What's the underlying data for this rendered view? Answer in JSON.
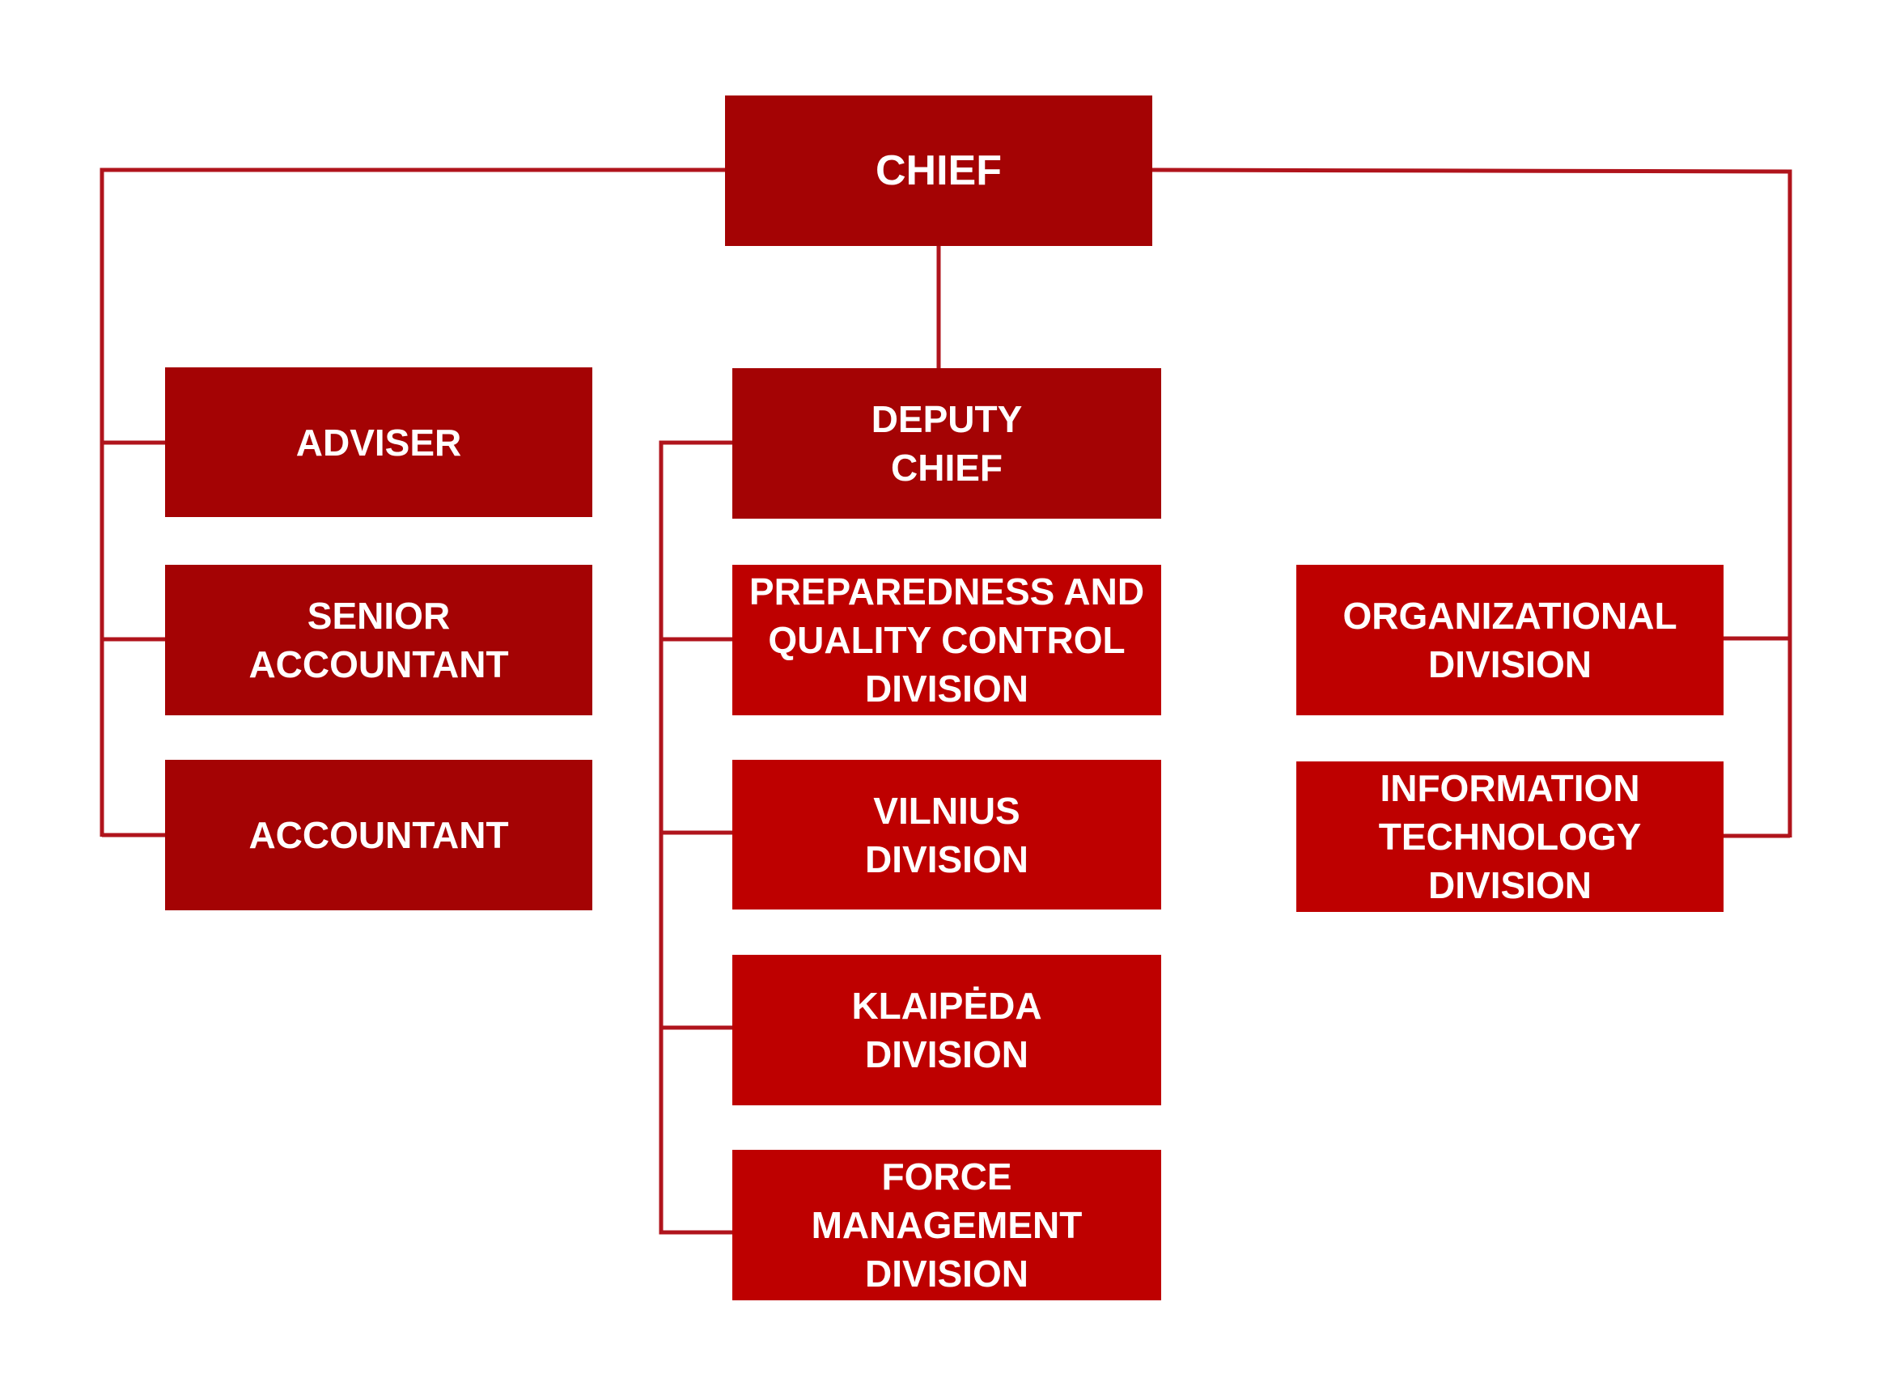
{
  "colors": {
    "dark_box": "#a40304",
    "bright_box": "#be0000",
    "connector": "#b0141c",
    "text": "#ffffff"
  },
  "chart": {
    "chief": "CHIEF",
    "deputy_chief": "DEPUTY\nCHIEF",
    "left_units": [
      "ADVISER",
      "SENIOR\nACCOUNTANT",
      "ACCOUNTANT"
    ],
    "deputy_units": [
      "PREPAREDNESS AND\nQUALITY CONTROL\nDIVISION",
      "VILNIUS\nDIVISION",
      "KLAIPĖDA\nDIVISION",
      "FORCE MANAGEMENT\nDIVISION"
    ],
    "right_units": [
      "ORGANIZATIONAL\nDIVISION",
      "INFORMATION\nTECHNOLOGY\nDIVISION"
    ]
  }
}
